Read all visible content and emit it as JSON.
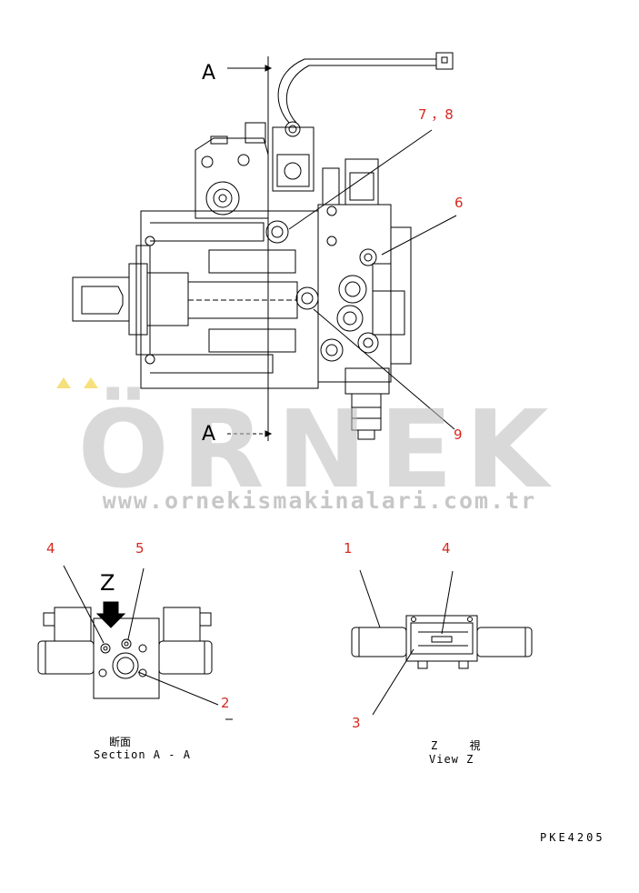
{
  "section_marks": {
    "top": "A",
    "bottom": "A"
  },
  "callouts": {
    "c78": "7 ，8",
    "c6": "6",
    "c9": "9",
    "c4a": "4",
    "c5": "5",
    "c2": "2",
    "c1": "1",
    "c4b": "4",
    "c3": "3"
  },
  "view_z_letter": "Z",
  "captions": {
    "section_jp": "断面",
    "section_en": "Section A - A",
    "viewz_jp": "Z 視",
    "viewz_en": "View Z"
  },
  "part_code": "PKE4205",
  "watermark": {
    "brand": "ÖRNEK",
    "url": "www.ornekismakinalari.com.tr",
    "accent_color": "#f1c40f"
  },
  "colors": {
    "callout": "#d42a20",
    "line": "#000000"
  }
}
